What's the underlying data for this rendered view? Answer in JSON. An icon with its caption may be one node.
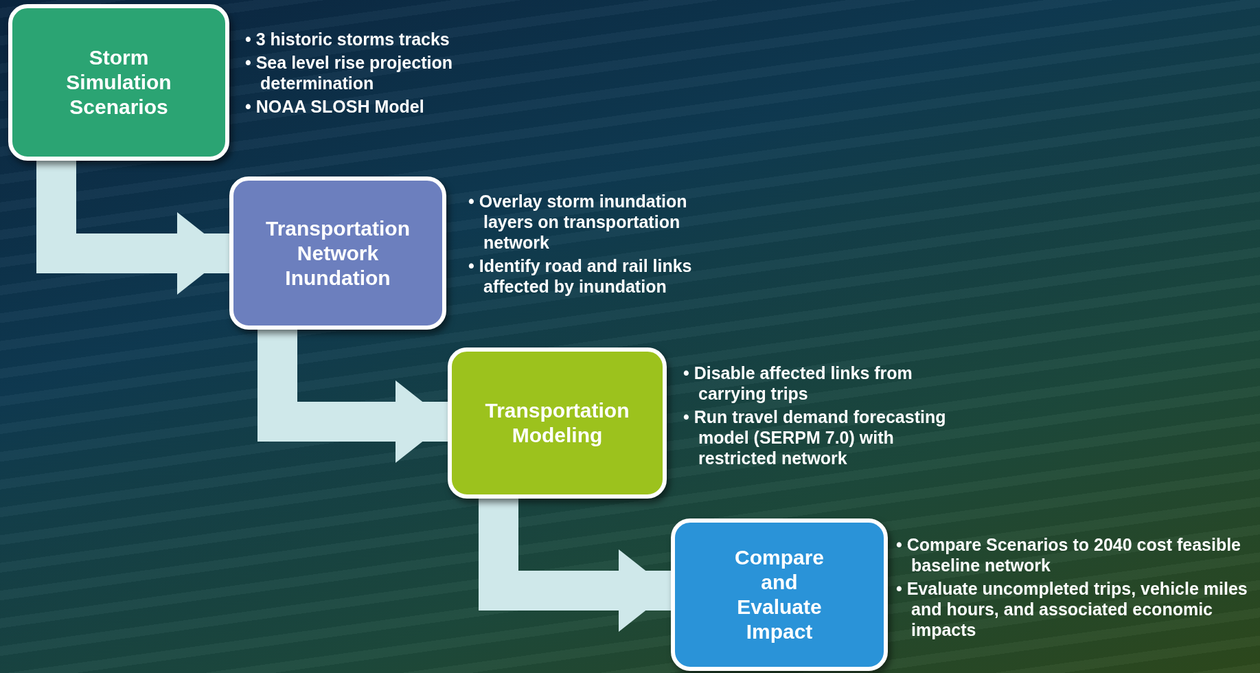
{
  "diagram": {
    "nodes": [
      {
        "text": [
          "Storm Simulation Scenarios"
        ],
        "beside": [
          "• 3 historic storms tracks",
          "• Sea level rise projection determination",
          "• NOAA SLOSH Model"
        ]
      },
      {
        "text": [
          "Transportation Network Inundation"
        ],
        "beside": [
          "• Overlay storm inundation layers on transportation network",
          "• Identify road and rail links affected by inundation"
        ]
      },
      {
        "text": [
          "Transportation Modeling"
        ],
        "beside": [
          "• Disable affected links from carrying trips",
          "• Run travel demand forecasting model (SERPM 7.0) with restricted network"
        ]
      },
      {
        "text": [
          "Compare and Evaluate Impact"
        ],
        "beside": [
          "• Compare Scenarios to 2040 cost feasible baseline network",
          "• Evaluate uncompleted trips, vehicle miles and  hours, and associated economic impacts"
        ]
      }
    ],
    "edges": [
      {
        "from": 0,
        "to": 1,
        "arrow": "to"
      },
      {
        "from": 1,
        "to": 2,
        "arrow": "to"
      },
      {
        "from": 2,
        "to": 3,
        "arrow": "to"
      }
    ]
  }
}
